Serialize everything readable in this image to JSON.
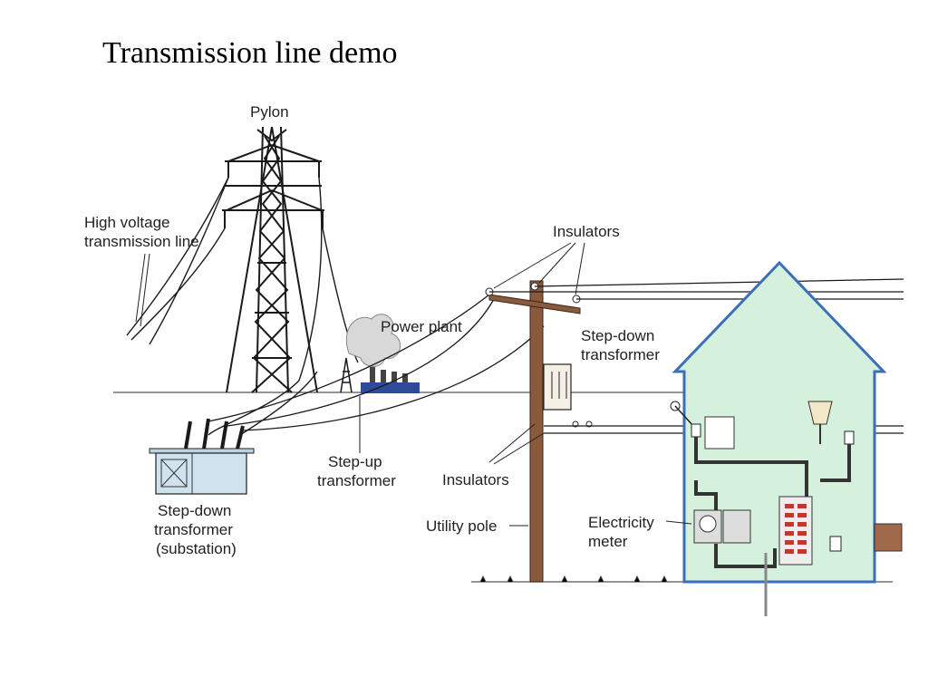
{
  "title": "Transmission line demo",
  "labels": {
    "pylon": "Pylon",
    "hv_line_1": "High voltage",
    "hv_line_2": "transmission line",
    "insulators_top": "Insulators",
    "power_plant": "Power plant",
    "stepdown_tx_1": "Step-down",
    "stepdown_tx_2": "transformer",
    "stepup_1": "Step-up",
    "stepup_2": "transformer",
    "insulators_bottom": "Insulators",
    "substation_1": "Step-down",
    "substation_2": "transformer",
    "substation_3": "(substation)",
    "utility_pole": "Utility pole",
    "meter_1": "Electricity",
    "meter_2": "meter"
  },
  "colors": {
    "house_outline": "#3b6fb8",
    "house_fill": "#d6f0de",
    "pole": "#8a5a3c",
    "substation_fill": "#cfe3ee",
    "power_plant_base": "#2e4a9a",
    "ink": "#1a1a1a"
  }
}
